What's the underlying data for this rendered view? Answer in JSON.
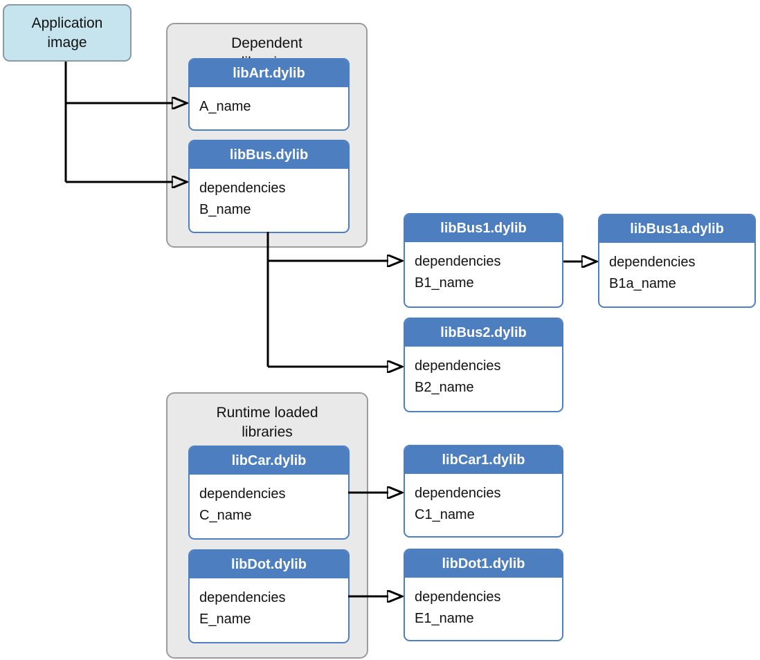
{
  "app_box": {
    "label": "Application image"
  },
  "groups": {
    "dependent": {
      "title": "Dependent libraries"
    },
    "runtime": {
      "title": "Runtime loaded libraries"
    }
  },
  "cards": {
    "libArt": {
      "title": "libArt.dylib",
      "line1": "A_name"
    },
    "libBus": {
      "title": "libBus.dylib",
      "line1": "dependencies",
      "line2": "B_name"
    },
    "libBus1": {
      "title": "libBus1.dylib",
      "line1": "dependencies",
      "line2": "B1_name"
    },
    "libBus1a": {
      "title": "libBus1a.dylib",
      "line1": "dependencies",
      "line2": "B1a_name"
    },
    "libBus2": {
      "title": "libBus2.dylib",
      "line1": "dependencies",
      "line2": "B2_name"
    },
    "libCar": {
      "title": "libCar.dylib",
      "line1": "dependencies",
      "line2": "C_name"
    },
    "libCar1": {
      "title": "libCar1.dylib",
      "line1": "dependencies",
      "line2": "C1_name"
    },
    "libDot": {
      "title": "libDot.dylib",
      "line1": "dependencies",
      "line2": "E_name"
    },
    "libDot1": {
      "title": "libDot1.dylib",
      "line1": "dependencies",
      "line2": "E1_name"
    }
  },
  "colors": {
    "card_header_blue": "#4d7ec0",
    "card_border_blue": "#4d7ec0",
    "container_fill": "#e9e9e9",
    "container_border": "#9b9b9b",
    "app_box_fill": "#c5e4ee",
    "app_box_border": "#8a9aa2",
    "arrow": "#000000"
  }
}
